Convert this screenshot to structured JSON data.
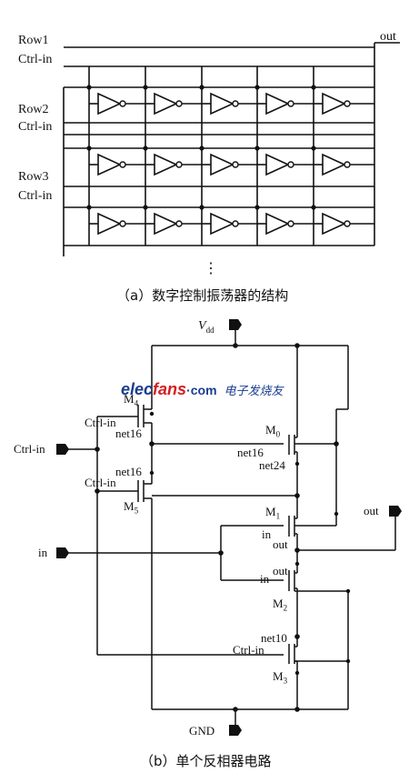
{
  "top": {
    "row_labels": [
      "Row1",
      "Ctrl-in",
      "Row2",
      "Ctrl-in",
      "Row3",
      "Ctrl-in"
    ],
    "out_label": "out",
    "dots": "⋮",
    "caption": "（a）数字控制振荡器的结构"
  },
  "bottom": {
    "vdd": "V",
    "vdd_sub": "dd",
    "gnd": "GND",
    "ctrl_in_ext": "Ctrl-in",
    "in_ext": "in",
    "out_ext": "out",
    "m4": "M",
    "m4_sub": "4",
    "m4_ctrl": "Ctrl-in",
    "m4_net": "net16",
    "m5_net": "net16",
    "m5_ctrl": "Ctrl-in",
    "m5": "M",
    "m5_sub": "5",
    "m0": "M",
    "m0_sub": "0",
    "m0_net_a": "net16",
    "m0_net_b": "net24",
    "m1": "M",
    "m1_sub": "1",
    "m1_in": "in",
    "m1_out": "out",
    "m2_out": "out",
    "m2_in": "in",
    "m2": "M",
    "m2_sub": "2",
    "m3_net": "net10",
    "m3_ctrl": "Ctrl-in",
    "m3": "M",
    "m3_sub": "3",
    "caption": "（b）单个反相器电路"
  },
  "watermark": {
    "brand_a": "elec",
    "brand_b": "fans",
    "brand_c": "·com",
    "tag": "电子发烧友",
    "color_dark": "#1a3d8f",
    "color_red": "#d42020"
  }
}
